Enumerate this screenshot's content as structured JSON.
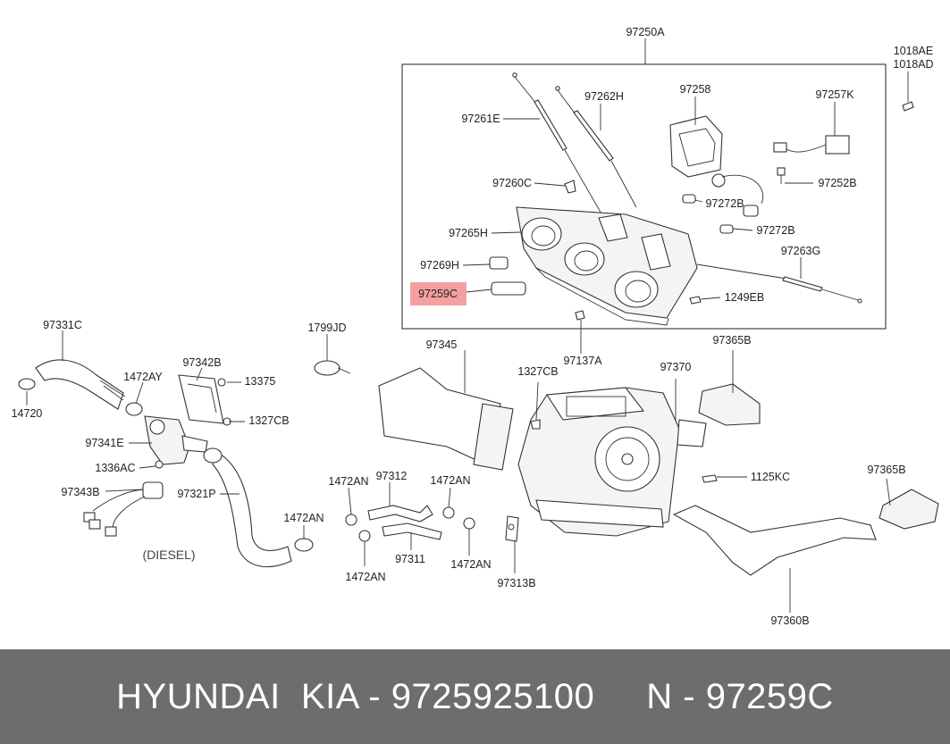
{
  "diagram": {
    "labels": {
      "p97250A": "97250A",
      "p1018AE": "1018AE",
      "p1018AD": "1018AD",
      "p97258": "97258",
      "p97262H": "97262H",
      "p97257K": "97257K",
      "p97261E": "97261E",
      "p97260C": "97260C",
      "p97252B": "97252B",
      "p97272B_1": "97272B",
      "p97272B_2": "97272B",
      "p97265H": "97265H",
      "p97263G": "97263G",
      "p97269H": "97269H",
      "p97259C": "97259C",
      "p1249EB": "1249EB",
      "p97137A": "97137A",
      "p97331C": "97331C",
      "p1799JD": "1799JD",
      "p97345": "97345",
      "p97365B_1": "97365B",
      "p97342B": "97342B",
      "p1472AY": "1472AY",
      "p13375": "13375",
      "p1327CB_1": "1327CB",
      "p1327CB_2": "1327CB",
      "p97370": "97370",
      "p14720": "14720",
      "p97341E": "97341E",
      "p1336AC": "1336AC",
      "p97343B": "97343B",
      "p97321P": "97321P",
      "p1125KC": "1125KC",
      "p97365B_2": "97365B",
      "p1472AN_1": "1472AN",
      "p97312": "97312",
      "p1472AN_2": "1472AN",
      "p1472AN_3": "1472AN",
      "p97311": "97311",
      "p1472AN_4": "1472AN",
      "p1472AN_5": "1472AN",
      "p97313B": "97313B",
      "p97360B": "97360B",
      "diesel": "(DIESEL)"
    },
    "highlight_color": "#f4a0a0"
  },
  "footer": {
    "text": "HYUNDAI  KIA - 9725925100     N - 97259C",
    "background": "#6d6d6d"
  }
}
